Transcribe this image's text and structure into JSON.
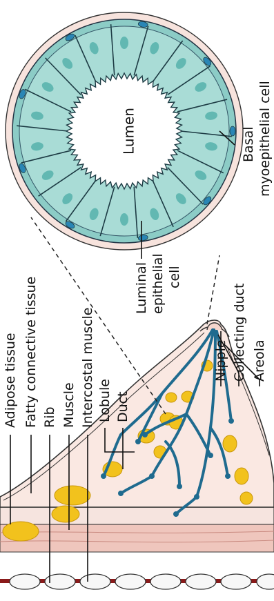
{
  "labels": {
    "adipose": "Adipose tissue",
    "fatty": "Fatty connective tissue",
    "rib": "Rib",
    "muscle": "Muscle",
    "intercostal": "Intercostal muscle",
    "lobule": "Lobule",
    "duct": "Duct",
    "nipple": "Nipple",
    "collecting_duct": "Collecting duct",
    "areola": "Areola",
    "luminal_1": "Luminal",
    "luminal_2": "epithelial",
    "luminal_3": "cell",
    "lumen": "Lumen",
    "basal_1": "Basal",
    "basal_2": "myoepithelial cell"
  },
  "colors": {
    "epithelium": "#a9dcd6",
    "epithelium_dark": "#7cc3bd",
    "nucleus": "#62b8b2",
    "basal_nucleus": "#2a86b5",
    "duct": "#1f6b8f",
    "fat": "#f2c21d",
    "skin": "#f4d6cd",
    "muscle": "#e8a79b",
    "rib": "#f2f2f2",
    "intercostal": "#8a1a1a"
  }
}
